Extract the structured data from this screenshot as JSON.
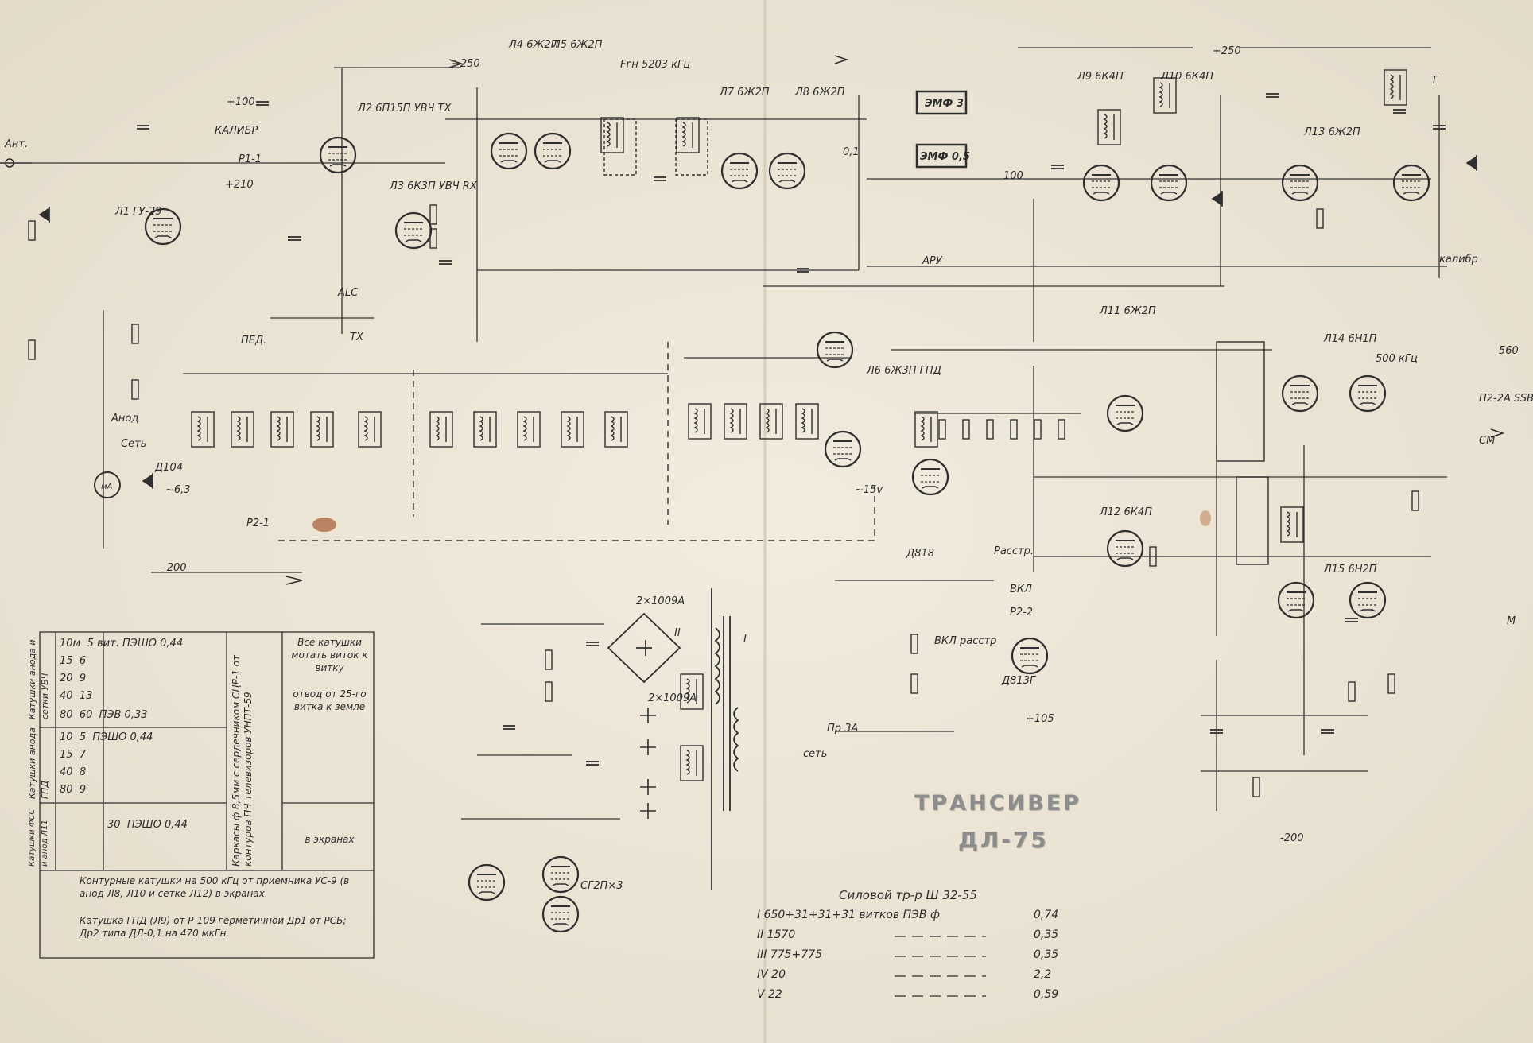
{
  "title": {
    "line1": "ТРАНСИВЕР",
    "line2": "ДЛ-75"
  },
  "transformer": {
    "header": "Силовой тр-р Ш 32-55",
    "rows": [
      {
        "winding": "I 650+31+31+31 витков ПЭВ ф",
        "wire": "0,74"
      },
      {
        "winding": "II 1570",
        "wire": "0,35"
      },
      {
        "winding": "III 775+775",
        "wire": "0,35"
      },
      {
        "winding": "IV 20",
        "wire": "2,2"
      },
      {
        "winding": "V 22",
        "wire": "0,59"
      }
    ]
  },
  "coil_table": {
    "rows": [
      {
        "band": "10м",
        "turns": "5",
        "wire": "ПЭШО",
        "dia": "0,44"
      },
      {
        "band": "15",
        "turns": "6",
        "wire": "",
        "dia": ""
      },
      {
        "band": "20",
        "turns": "9",
        "wire": "",
        "dia": ""
      },
      {
        "band": "40",
        "turns": "13",
        "wire": "",
        "dia": ""
      },
      {
        "band": "80",
        "turns": "60",
        "wire": "ПЭВ",
        "dia": "0,33"
      },
      {
        "band": "10",
        "turns": "5",
        "wire": "ПЭШО",
        "dia": "0,44"
      },
      {
        "band": "15",
        "turns": "7",
        "wire": "",
        "dia": ""
      },
      {
        "band": "40",
        "turns": "8",
        "wire": "",
        "dia": ""
      },
      {
        "band": "80",
        "turns": "9",
        "wire": "",
        "dia": ""
      },
      {
        "band": "",
        "turns": "30",
        "wire": "ПЭШО",
        "dia": "0,44"
      }
    ],
    "group1": "Катушки анода и сетки УВЧ",
    "group2": "Катушки анода ГПД",
    "group3": "Катушки ФСС и анод Л11",
    "core_note": "Каркасы ф 8,5мм с сердечником СЦР-1 от контуров ПЧ телевизоров УНПТ-59",
    "all_coils": "Все катушки мотать виток к витку",
    "tap": "отвод от 25-го витка к земле",
    "screens": "в экранах",
    "footnote1": "Контурные катушки на 500 кГц от приемника УС-9 (в анод Л8, Л10 и сетке Л12) в экранах.",
    "footnote2": "Катушка ГПД (Л9) от Р-109 герметичной Др1 от РСБ; Др2 типа ДЛ-0,1 на 470 мкГн."
  },
  "labels": {
    "ant": "Ант.",
    "kalibr": "КАЛИБР",
    "r1": "Р1-1",
    "l1": "Л1 ГУ-29",
    "l2": "Л2 6П15П УВЧ ТХ",
    "l3": "Л3 6К3П УВЧ RX",
    "l4": "Л4 6Ж2П",
    "l5": "Л5 6Ж2П",
    "l7": "Л7 6Ж2П",
    "l8": "Л8 6Ж2П",
    "fgh": "Fгн 5203 кГц",
    "emf3": "ЭМФ 3",
    "emf05": "ЭМФ 0,5",
    "l9": "Л9 6К4П",
    "l10": "Л10 6К4П",
    "l13": "Л13 6Ж2П",
    "aru": "АРУ",
    "alc": "ALC",
    "kalibr2": "калибр",
    "ssb": "П2-2А SSB",
    "cm": "СМ",
    "gpd": "Л6 6Ж3П ГПД",
    "l11": "Л11 6Ж2П",
    "l12": "Л12 6К4П",
    "l14": "Л14 6Н1П",
    "l15": "Л15 6Н2П",
    "d818": "Д818",
    "d813": "Д813Г",
    "l16": "СГ2П×3",
    "d104": "Д104",
    "mA": "мА",
    "anod": "Анод",
    "set": "Сеть",
    "ped": "ПЕД.",
    "tx": "TX",
    "p2": "Р2-1",
    "v250": "+250",
    "v250b": "+250",
    "v100": "+100",
    "v109": "+210",
    "v105": "+105",
    "m200": "-200",
    "m200b": "-200",
    "n6": "~6,3",
    "n15": "~15v",
    "net": "сеть",
    "pr3a": "Пр 3А",
    "kr": "2×1009А",
    "kr2": "2×1009А",
    "ii": "II",
    "i": "I",
    "mkf": "500 кГц",
    "r560": "560",
    "tr": "Т",
    "vkl": "ВКЛ",
    "rastr": "Расстр.",
    "rastr2": "ВКЛ расстр",
    "r212": "Р2-2",
    "c01": "0,1",
    "c02": "100",
    "m": "М"
  }
}
